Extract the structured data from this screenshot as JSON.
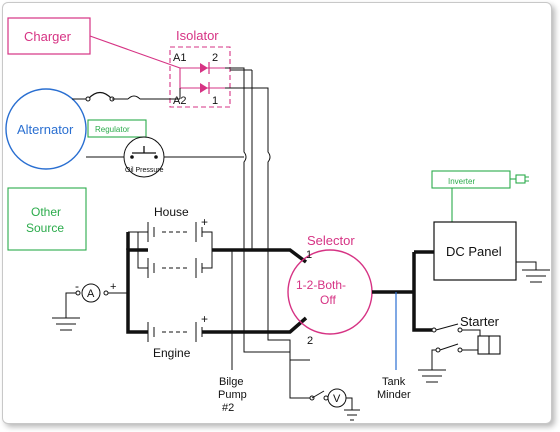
{
  "labels": {
    "charger": "Charger",
    "isolator": "Isolator",
    "iso_a1": "A1",
    "iso_a2": "A2",
    "iso_2": "2",
    "iso_1": "1",
    "alternator": "Alternator",
    "regulator": "Regulator",
    "oil_pressure": "Oil Pressure",
    "other_source_line1": "Other",
    "other_source_line2": "Source",
    "house": "House",
    "engine": "Engine",
    "plus_house": "+",
    "plus_engine": "+",
    "minus": "-",
    "ammeter": "A",
    "selector": "Selector",
    "selector_line1": "1-2-Both-",
    "selector_line2": "Off",
    "sel_1": "1",
    "sel_2": "2",
    "inverter": "Inverter",
    "dc_panel": "DC Panel",
    "starter": "Starter",
    "bilge_line1": "Bilge",
    "bilge_line2": "Pump",
    "bilge_line3": "#2",
    "tank_line1": "Tank",
    "tank_line2": "Minder",
    "voltmeter": "V"
  },
  "colors": {
    "charger": "#d63384",
    "alternator": "#2a6fd1",
    "regulator": "#2bab4b",
    "wire": "#111111",
    "tank_minder_wire": "#2a6fd1"
  }
}
